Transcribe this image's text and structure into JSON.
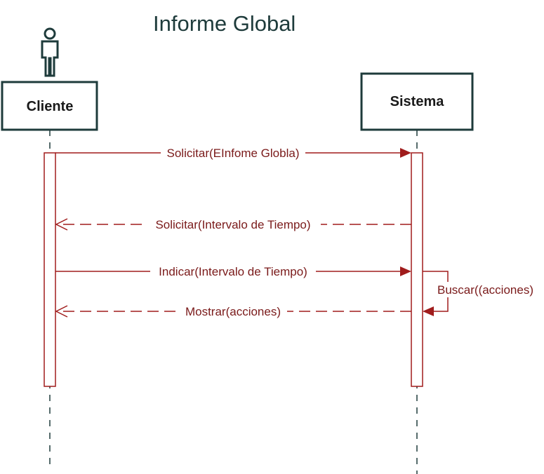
{
  "diagram": {
    "title": "Informe Global",
    "participants": [
      {
        "id": "cliente",
        "label": "Cliente",
        "actor": true
      },
      {
        "id": "sistema",
        "label": "Sistema",
        "actor": false
      }
    ],
    "messages": [
      {
        "from": "cliente",
        "to": "sistema",
        "label": "Solicitar(EInfome Globla)",
        "style": "solid"
      },
      {
        "from": "sistema",
        "to": "cliente",
        "label": "Solicitar(Intervalo de Tiempo)",
        "style": "dashed"
      },
      {
        "from": "cliente",
        "to": "sistema",
        "label": "Indicar(Intervalo de Tiempo)",
        "style": "solid"
      },
      {
        "from": "sistema",
        "to": "sistema",
        "label": "Buscar((acciones)",
        "style": "solid"
      },
      {
        "from": "sistema",
        "to": "cliente",
        "label": "Mostrar(acciones)",
        "style": "dashed"
      }
    ],
    "colors": {
      "box_border": "#1e3b3b",
      "lifeline": "#1e3b3b",
      "message": "#a01c1c",
      "activation": "#a01c1c",
      "actor": "#1e3b3b"
    }
  }
}
